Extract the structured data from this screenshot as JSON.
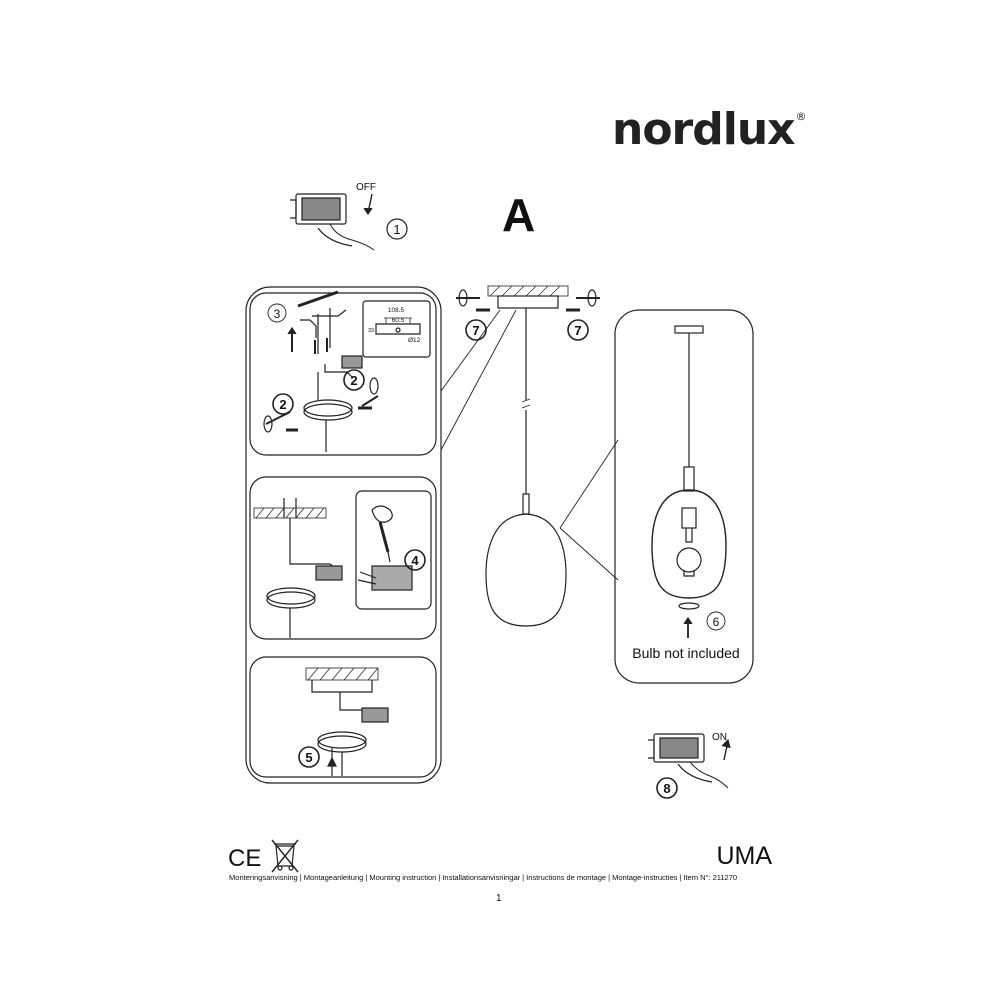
{
  "brand": {
    "name": "nordlux",
    "mark": "®"
  },
  "section": "A",
  "switches": {
    "off": "OFF",
    "on": "ON"
  },
  "steps": {
    "s1": "1",
    "s2": "2",
    "s3": "3",
    "s4": "4",
    "s5": "5",
    "s6": "6",
    "s7": "7",
    "s8": "8"
  },
  "bracket": {
    "width": "108.5",
    "height": "60.5",
    "hole": "Ø12",
    "side": "33"
  },
  "note": "Bulb not included",
  "marks": {
    "ce": "CE"
  },
  "product": "UMA",
  "footer": "Monteringsanvisning | Montageanleitung | Mounting instruction | Installationsanvisningar | Instructions de montage | Montage-instructies | Item N°: 211270",
  "page": "1"
}
